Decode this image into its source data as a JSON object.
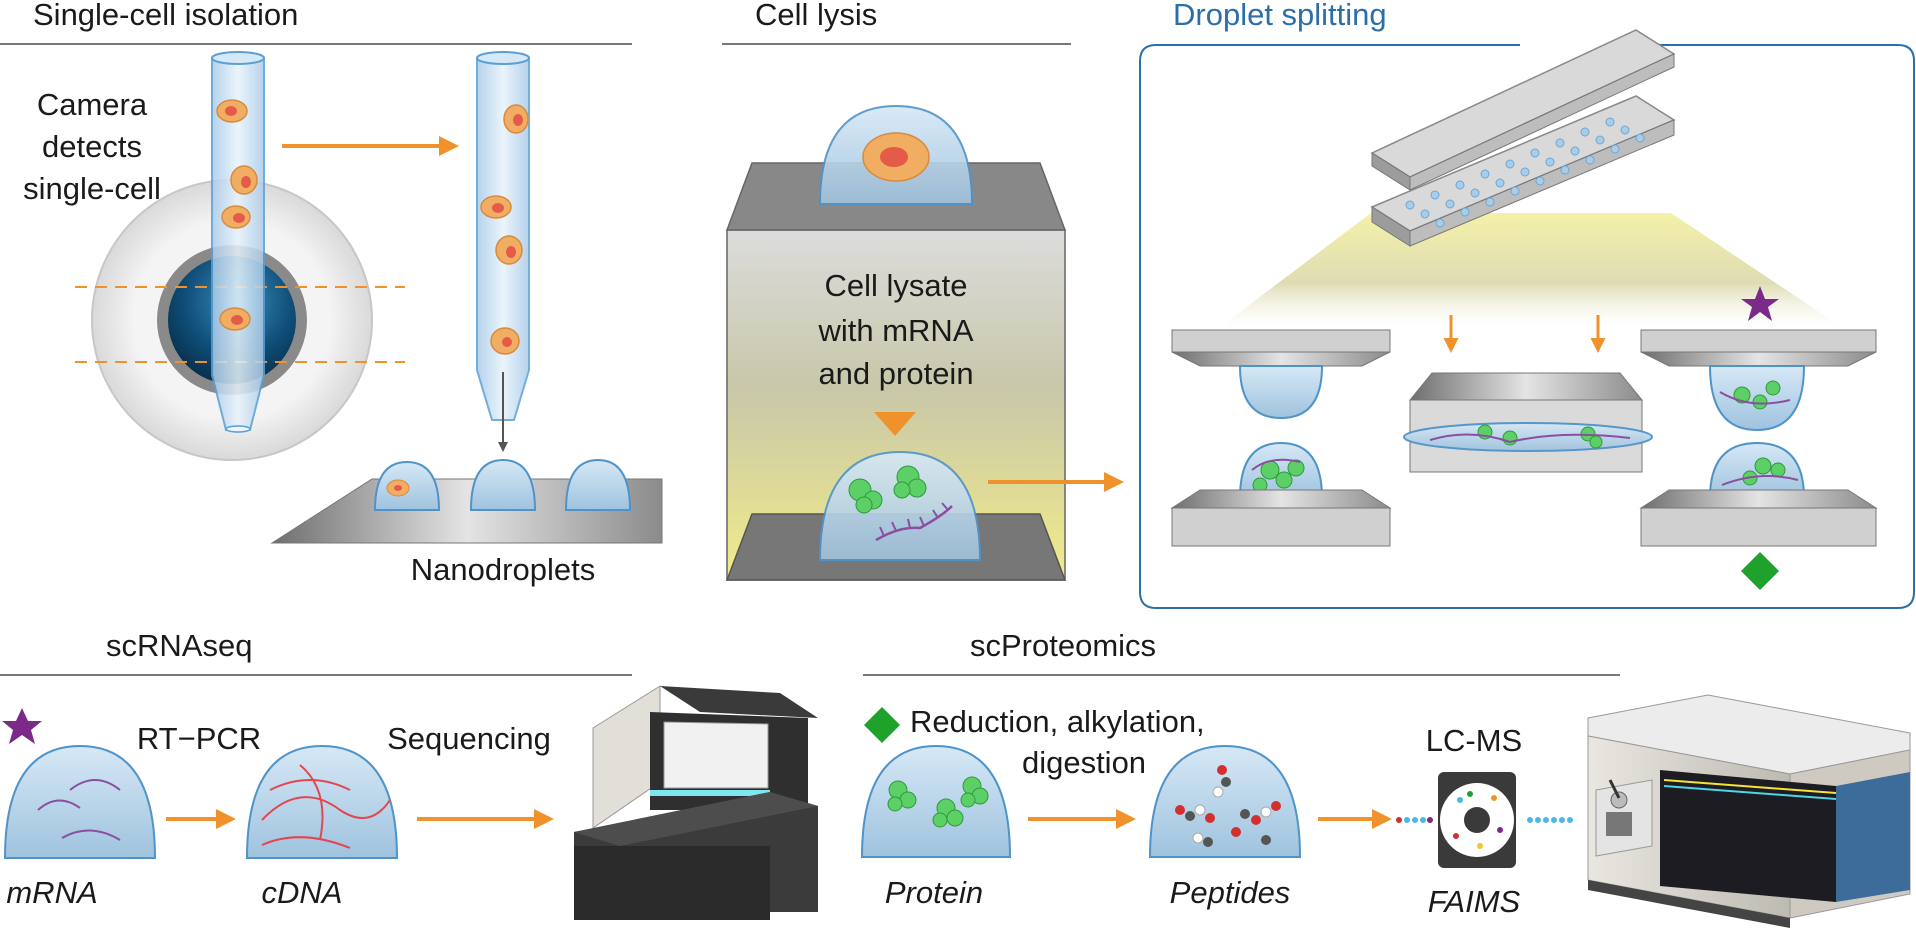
{
  "sections": {
    "isolation": "Single-cell isolation",
    "lysis": "Cell lysis",
    "splitting": "Droplet splitting",
    "scrnaseq": "scRNAseq",
    "scproteomics": "scProteomics"
  },
  "labels": {
    "camera_line1": "Camera",
    "camera_line2": "detects",
    "camera_line3": "single-cell",
    "nanodroplets": "Nanodroplets",
    "lysate_line1": "Cell lysate",
    "lysate_line2": "with mRNA",
    "lysate_line3": "and protein",
    "rtpcr": "RT−PCR",
    "sequencing": "Sequencing",
    "reduction_line1": "Reduction, alkylation,",
    "reduction_line2": "digestion",
    "lcms": "LC-MS",
    "mrna": "mRNA",
    "cdna": "cDNA",
    "protein": "Protein",
    "peptides": "Peptides",
    "faims": "FAIMS"
  },
  "colors": {
    "accent_blue": "#2c6fa8",
    "arrow_orange": "#f0922b",
    "star_purple": "#7b2a8a",
    "diamond_green": "#1fa22b",
    "droplet_blue": "#b9d6ec",
    "cell_orange": "#f1ae63",
    "cell_red": "#e45b4a",
    "protein_green": "#5ccf66",
    "mrna_purple": "#8a4fa0",
    "cdna_red": "#e2474f",
    "lysate_yellow": "#eee98a"
  }
}
